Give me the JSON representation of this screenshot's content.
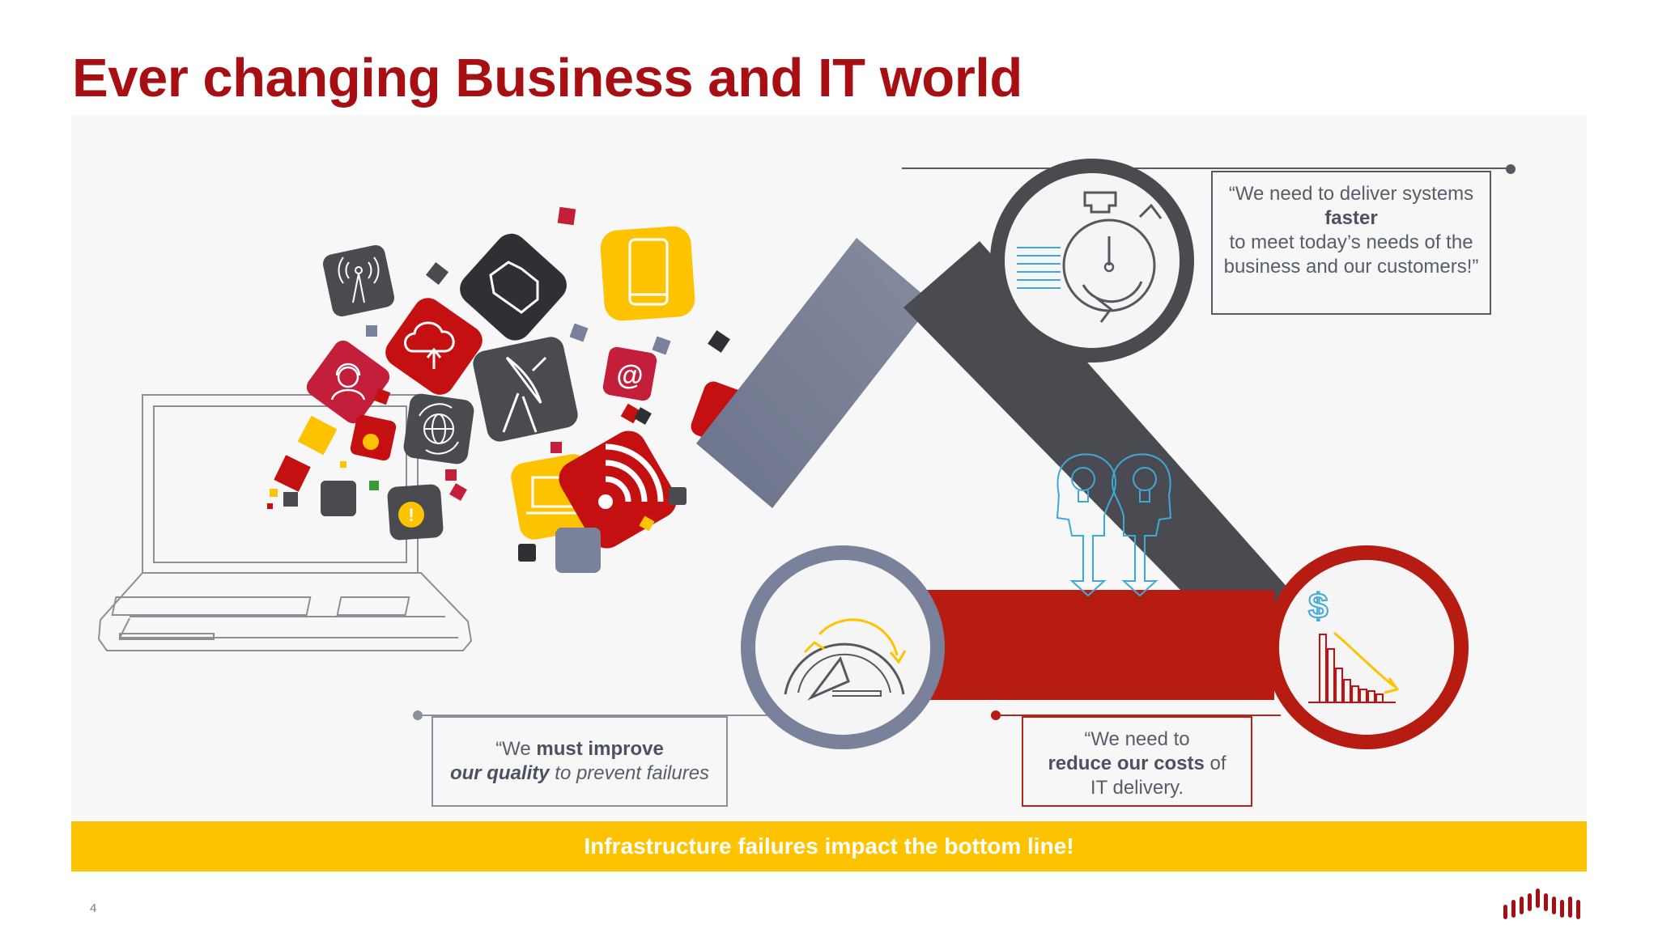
{
  "slide": {
    "title": "Ever changing Business and IT world",
    "page_number": "4"
  },
  "quotes": {
    "faster": {
      "line1": "“We need to deliver systems",
      "bold": "faster",
      "line2": "to meet today’s needs of the business and our customers!”"
    },
    "quality": {
      "open": "“We ",
      "bold1": "must improve",
      "bold2": "our quality",
      "tail": " to prevent failures"
    },
    "costs": {
      "line1": "“We need to",
      "bold": "reduce our costs",
      "mid": " of",
      "line3": "IT delivery."
    }
  },
  "banner": {
    "text": "Infrastructure failures impact the bottom line!"
  },
  "colors": {
    "brand_red": "#a80f12",
    "accent_yellow": "#fdc300",
    "dark_gray": "#4a4b50",
    "slate_blue": "#7a819a",
    "triangle_red": "#b71c12",
    "light_blue": "#3fa8d8"
  },
  "icons": [
    "laptop-icon",
    "wifi-antenna-icon",
    "cloud-sync-icon",
    "user-headset-icon",
    "satellite-dish-icon",
    "globe-icon",
    "at-sign-icon",
    "rss-feed-icon",
    "tablet-icon",
    "folder-icon",
    "mobile-phone-icon",
    "chat-bubbles-icon",
    "stopwatch-icon",
    "gauge-icon",
    "cost-chart-icon",
    "head-idea-icon",
    "brand-logo"
  ]
}
